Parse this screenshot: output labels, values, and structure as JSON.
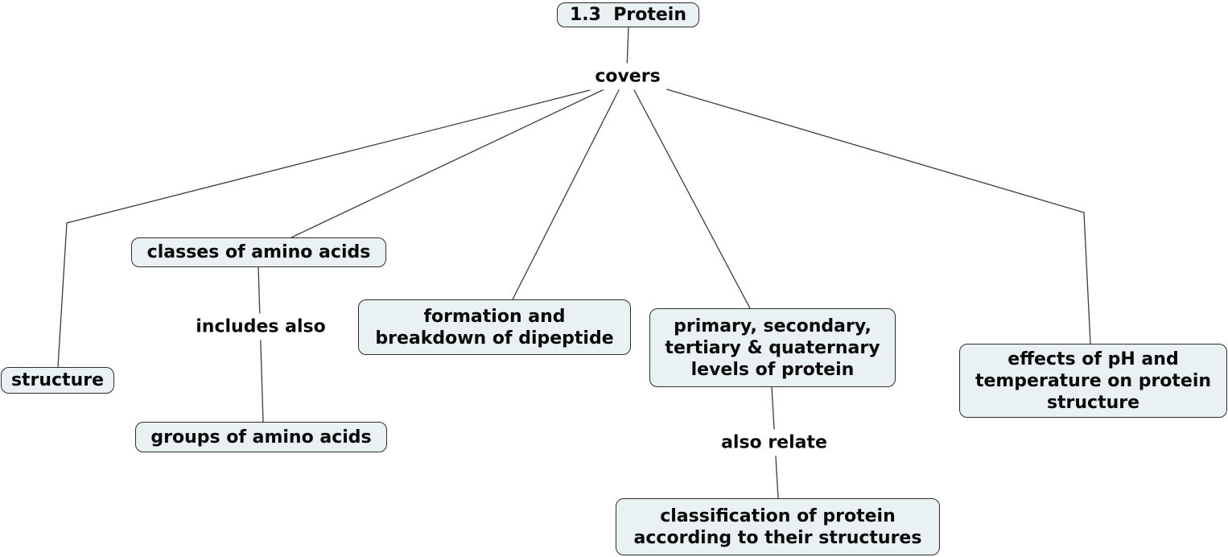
{
  "diagram": {
    "title": "1.3 Protein concept map",
    "colors": {
      "node_fill": "#e9f1f3",
      "node_border": "#2e2e2e",
      "text": "#0a0a0a",
      "line": "#3c3c3c",
      "background": "#ffffff"
    },
    "nodes": {
      "protein": {
        "label": "1.3  Protein"
      },
      "structure": {
        "label": "structure"
      },
      "classes_of_amino_acids": {
        "label": "classes of amino acids"
      },
      "groups_of_amino_acids": {
        "label": "groups of amino acids"
      },
      "formation_breakdown_dipeptide": {
        "label": "formation and\nbreakdown of dipeptide"
      },
      "protein_levels": {
        "label": "primary, secondary,\ntertiary & quaternary\nlevels of protein"
      },
      "ph_temperature_effects": {
        "label": "effects of pH and\ntemperature on protein\nstructure"
      },
      "protein_classification": {
        "label": "classification of protein\naccording to their structures"
      }
    },
    "link_labels": {
      "covers": "covers",
      "includes_also": "includes also",
      "also_relate": "also relate"
    }
  }
}
